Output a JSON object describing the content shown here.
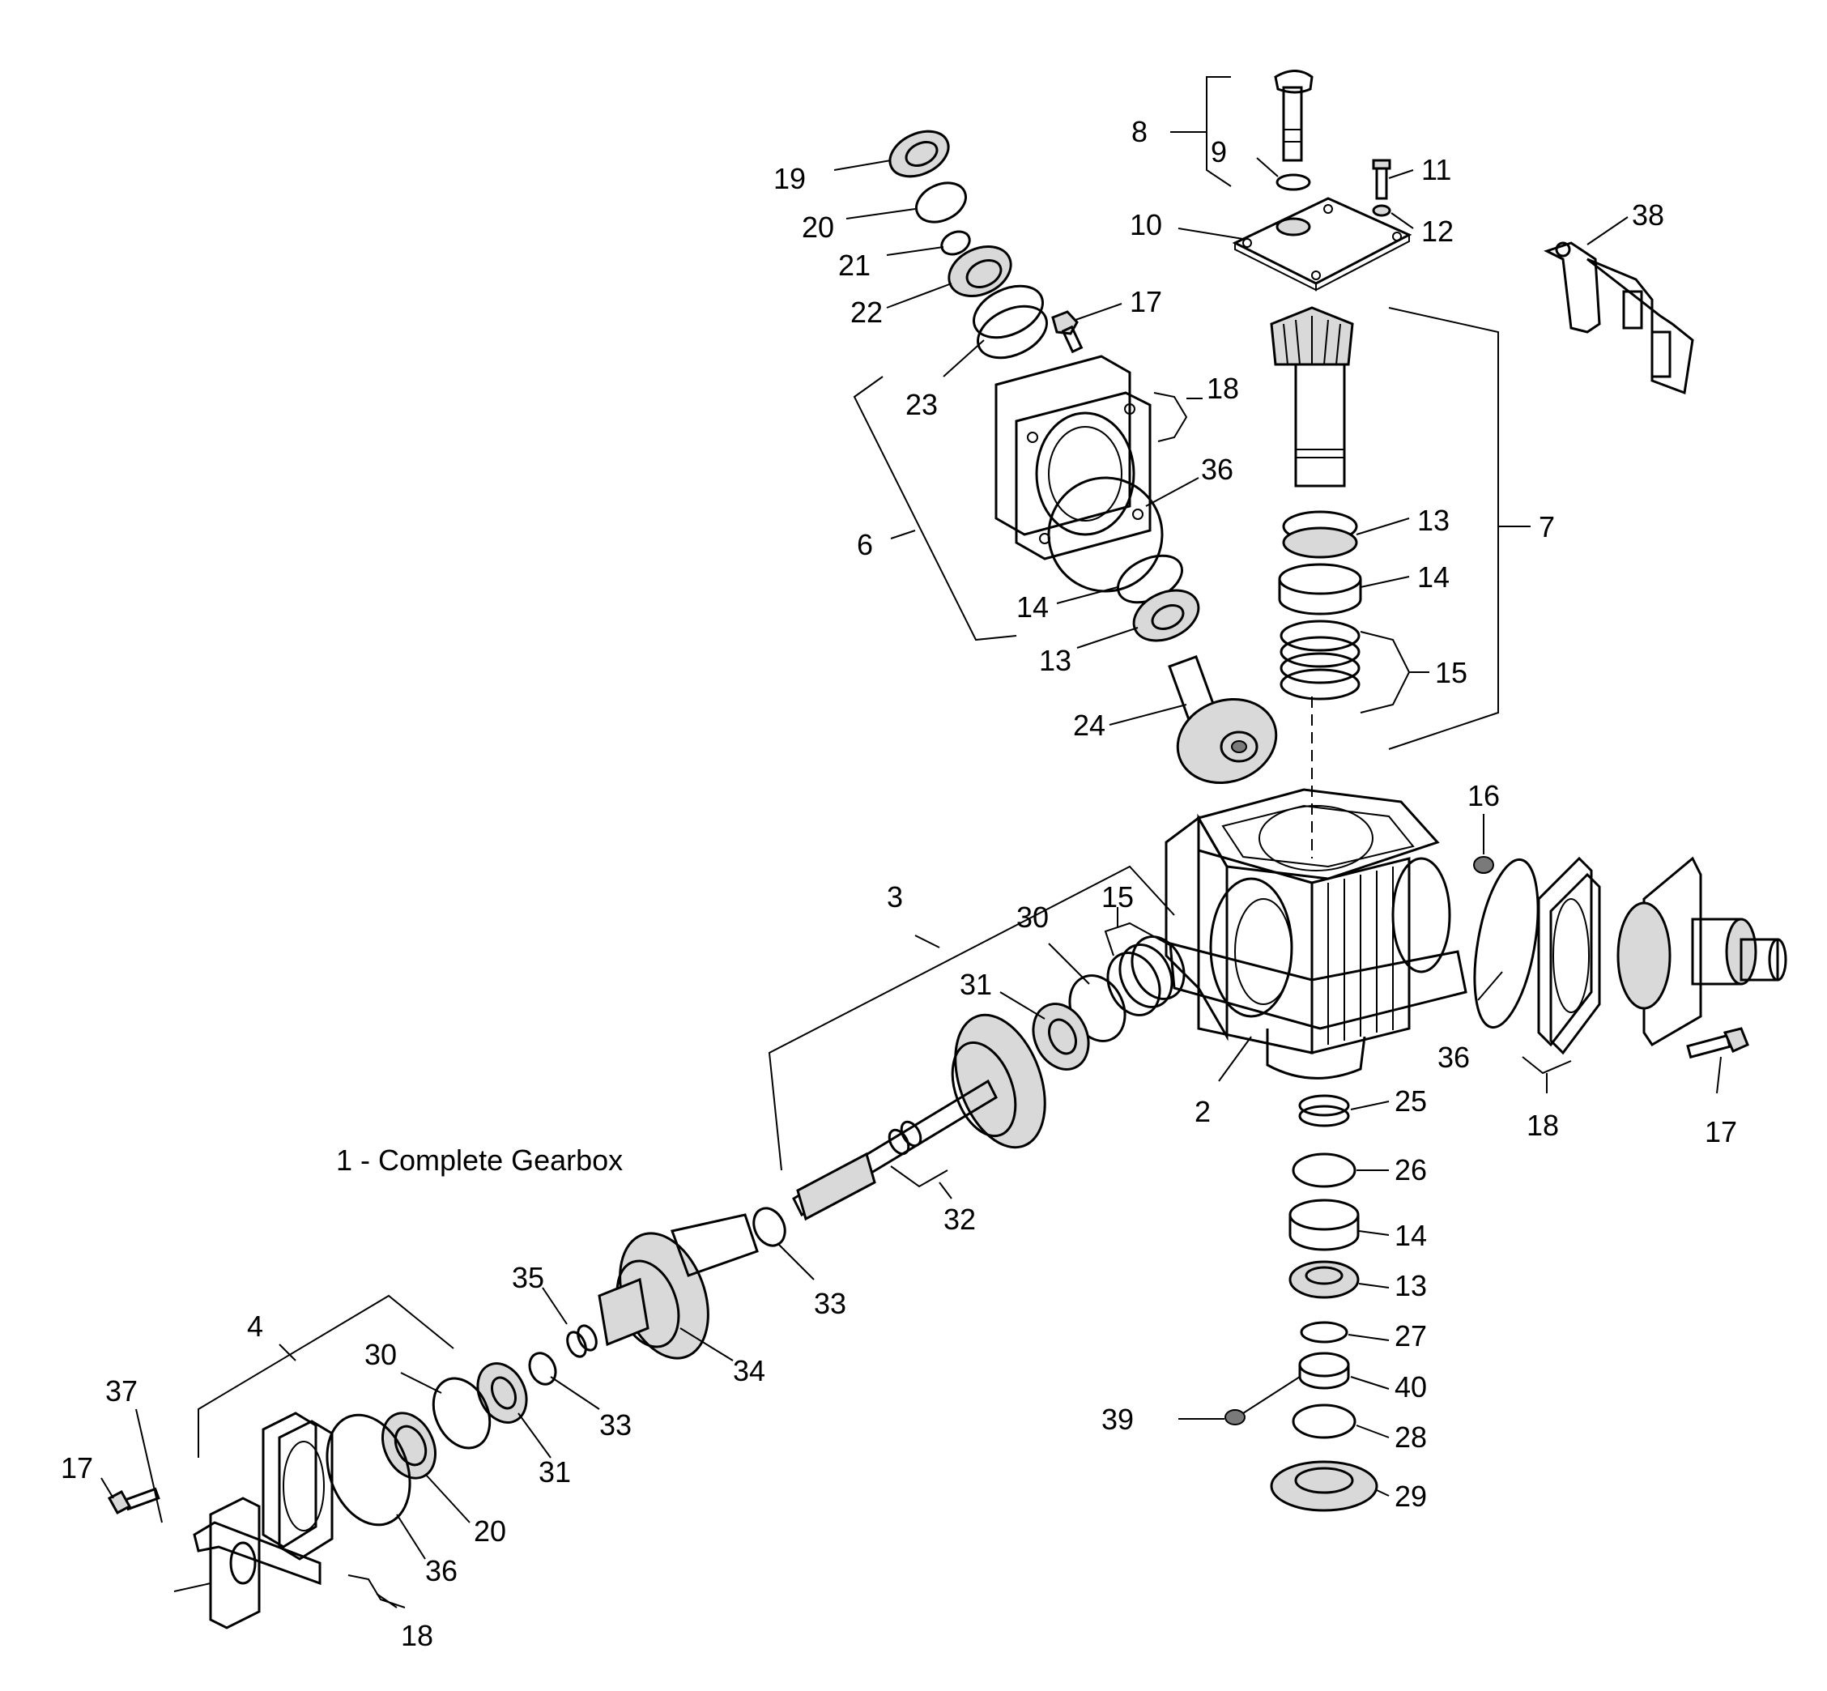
{
  "caption": "1 - Complete Gearbox",
  "callouts": {
    "c2": "2",
    "c3": "3",
    "c4": "4",
    "c6": "6",
    "c7": "7",
    "c8": "8",
    "c9": "9",
    "c10": "10",
    "c11": "11",
    "c12": "12",
    "c13a": "13",
    "c13b": "13",
    "c13c": "13",
    "c14a": "14",
    "c14b": "14",
    "c14c": "14",
    "c15a": "15",
    "c15b": "15",
    "c16": "16",
    "c17a": "17",
    "c17b": "17",
    "c17c": "17",
    "c18a": "18",
    "c18b": "18",
    "c18c": "18",
    "c19": "19",
    "c20a": "20",
    "c20b": "20",
    "c21": "21",
    "c22": "22",
    "c23": "23",
    "c24": "24",
    "c25": "25",
    "c26": "26",
    "c27": "27",
    "c28": "28",
    "c29": "29",
    "c30a": "30",
    "c30b": "30",
    "c31a": "31",
    "c31b": "31",
    "c32": "32",
    "c33a": "33",
    "c33b": "33",
    "c34": "34",
    "c35": "35",
    "c36a": "36",
    "c36b": "36",
    "c36c": "36",
    "c37": "37",
    "c38": "38",
    "c39": "39",
    "c40": "40"
  }
}
